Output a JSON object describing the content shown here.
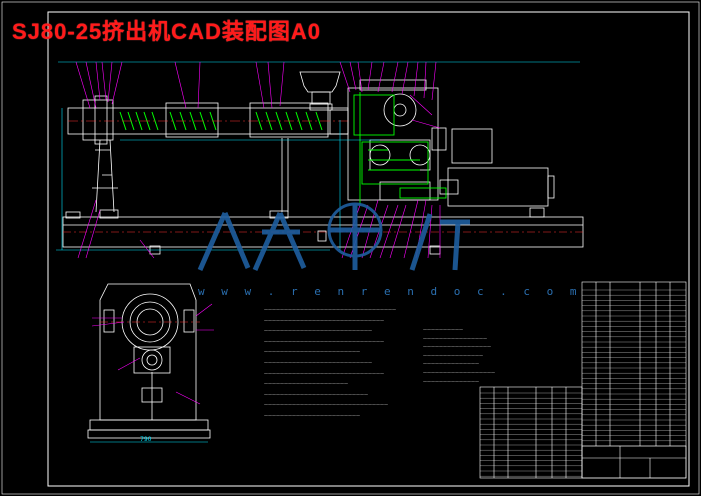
{
  "drawing": {
    "title": "SJ80-25挤出机CAD装配图A0",
    "watermark_text": "w w w . r e n r e n d o c . c o m",
    "watermark_glyph": "人人文库",
    "dimension_label": "790",
    "colors": {
      "background": "#000000",
      "title": "#ff1a1a",
      "outline": "#ffffff",
      "leader": "#ff00ff",
      "section": "#00ff00",
      "dimension": "#00e5ff",
      "watermark": "#1f5fa0",
      "center_line": "#ff3030"
    }
  }
}
